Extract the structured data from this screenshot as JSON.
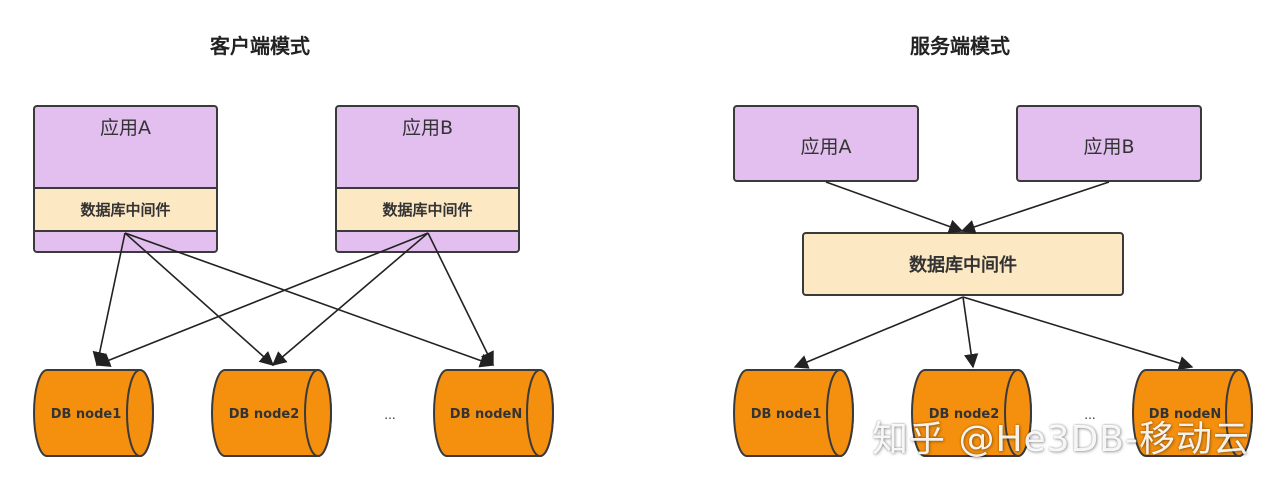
{
  "client_mode": {
    "title": "客户端模式",
    "apps": [
      {
        "label": "应用A",
        "middleware": "数据库中间件"
      },
      {
        "label": "应用B",
        "middleware": "数据库中间件"
      }
    ],
    "nodes": [
      "DB node1",
      "DB node2",
      "DB nodeN"
    ],
    "ellipsis": "..."
  },
  "server_mode": {
    "title": "服务端模式",
    "apps": [
      "应用A",
      "应用B"
    ],
    "middleware": "数据库中间件",
    "nodes": [
      "DB node1",
      "DB node2",
      "DB nodeN"
    ],
    "ellipsis": "..."
  },
  "watermark": "知乎 @He3DB-移动云",
  "colors": {
    "app_fill": "#e2bfee",
    "middleware_fill": "#fde8c4",
    "db_fill": "#f5900f",
    "stroke": "#3a3a3a"
  }
}
